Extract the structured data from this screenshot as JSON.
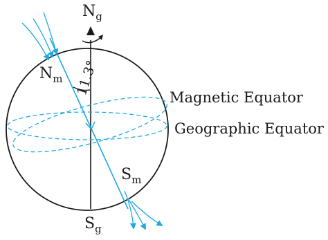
{
  "labels": {
    "geo_north_letter": "N",
    "geo_north_sub": "g",
    "geo_south_letter": "S",
    "geo_south_sub": "g",
    "mag_north_letter": "N",
    "mag_north_sub": "m",
    "mag_south_letter": "S",
    "mag_south_sub": "m",
    "angle": "11.3°",
    "magnetic_equator": "Magnetic Equator",
    "geographic_equator": "Geographic Equator"
  },
  "colors": {
    "ink": "#1a1a1a",
    "field": "#1ea9e1"
  }
}
